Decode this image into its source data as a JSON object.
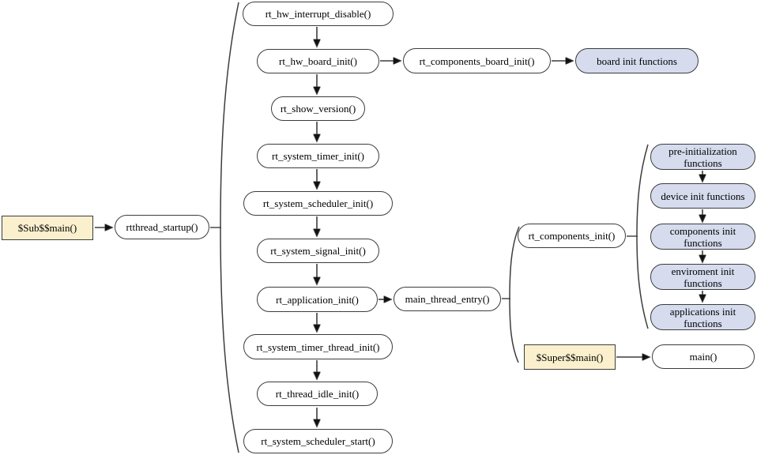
{
  "colors": {
    "background": "#ffffff",
    "node_fill": "#ffffff",
    "node_border": "#3c3c3c",
    "group_node_fill": "#d6dcee",
    "entry_node_fill": "#fbf0ce",
    "connector": "#3d3d3d",
    "arrowhead": "#111111",
    "text": "#000000"
  },
  "nodes": {
    "sub_main": "$Sub$$main()",
    "rtthread_startup": "rtthread_startup()",
    "rt_hw_interrupt_disable": "rt_hw_interrupt_disable()",
    "rt_hw_board_init": "rt_hw_board_init()",
    "rt_components_board_init": "rt_components_board_init()",
    "board_init_functions": "board init functions",
    "rt_show_version": "rt_show_version()",
    "rt_system_timer_init": "rt_system_timer_init()",
    "rt_system_scheduler_init": "rt_system_scheduler_init()",
    "rt_system_signal_init": "rt_system_signal_init()",
    "rt_application_init": "rt_application_init()",
    "main_thread_entry": "main_thread_entry()",
    "rt_system_timer_thread_init": "rt_system_timer_thread_init()",
    "rt_thread_idle_init": "rt_thread_idle_init()",
    "rt_system_scheduler_start": "rt_system_scheduler_start()",
    "rt_components_init": "rt_components_init()",
    "pre_initialization_functions": "pre-initialization functions",
    "device_init_functions": "device init functions",
    "components_init_functions": "components init functions",
    "enviroment_init_functions": "enviroment init functions",
    "applications_init_functions": "applications init functions",
    "super_main": "$Super$$main()",
    "main": "main()"
  }
}
